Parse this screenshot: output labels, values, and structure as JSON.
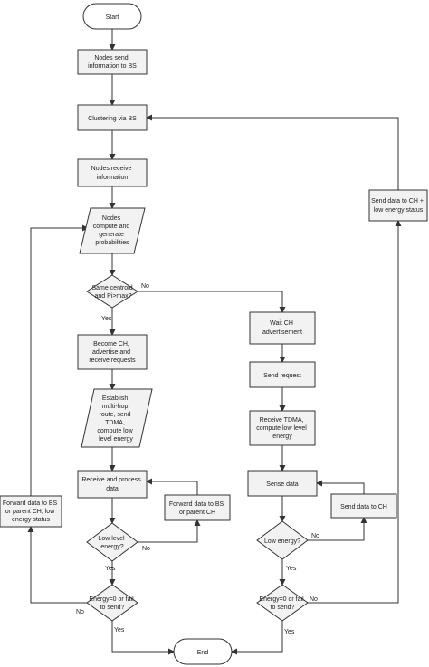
{
  "nodes": {
    "start": "Start",
    "send_info_bs": [
      "Nodes send",
      "information to BS"
    ],
    "clustering": "Clustering via BS",
    "receive_info": [
      "Nodes receive",
      "information"
    ],
    "compute": [
      "Nodes",
      "compute and",
      "generate",
      "probabilities"
    ],
    "decision_centroid": [
      "Same centroid",
      "and Pi>max?"
    ],
    "become_ch": [
      "Become CH,",
      "advertise and",
      "receive requests"
    ],
    "establish": [
      "Establish",
      "multi-hop",
      "route, send",
      "TDMA,",
      "compute low",
      "level energy"
    ],
    "receive_process": [
      "Receive and process",
      "data"
    ],
    "forward_bs_ch": [
      "Forward data to BS",
      "or parent CH"
    ],
    "low_energy_left": [
      "Low level",
      "energy?"
    ],
    "energy_fail_left": [
      "Energy=0 or fail",
      "to send?"
    ],
    "forward_low_status": [
      "Forward data to BS",
      "or parent CH, low",
      "energy status"
    ],
    "wait_ch": [
      "Wait CH",
      "advertisement"
    ],
    "send_request": "Send request",
    "receive_tdma": [
      "Receive TDMA,",
      "compute low level",
      "energy"
    ],
    "sense_data": "Sense data",
    "send_data_ch": "Send data to CH",
    "low_energy_right": "Low energy?",
    "energy_fail_right": [
      "Energy=0 or fail",
      "to send?"
    ],
    "send_ch_low_status": [
      "Send data to CH +",
      "low energy status"
    ],
    "end": "End"
  },
  "edge_labels": {
    "yes_centroid": "Yes",
    "no_centroid": "No",
    "no_low_left": "No",
    "yes_low_left": "Yes",
    "no_fail_left": "No",
    "yes_fail_left": "Yes",
    "no_low_right": "No",
    "yes_low_right": "Yes",
    "no_fail_right": "No",
    "yes_fail_right": "Yes"
  }
}
